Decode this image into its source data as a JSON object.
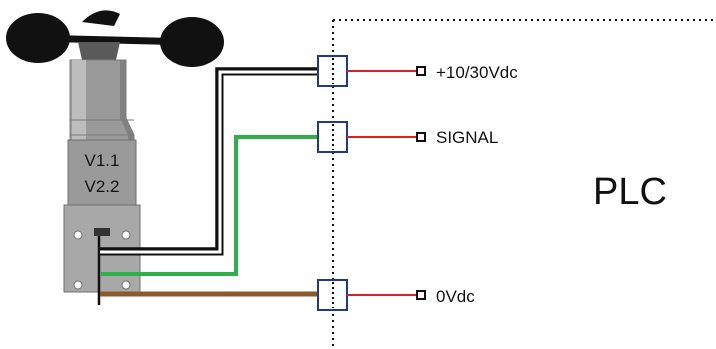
{
  "device": {
    "label_line1": "V1.1",
    "label_line2": "V2.2"
  },
  "plc": {
    "label": "PLC"
  },
  "terminals": [
    {
      "label": "+10/30Vdc"
    },
    {
      "label": "SIGNAL"
    },
    {
      "label": "0Vdc"
    }
  ],
  "colors": {
    "terminal_box": "#1f3a8a",
    "plc_wire": "#e02020",
    "signal_wire": "#2fae4a",
    "ground_wire": "#8b5a2b",
    "power_wire": "#000000",
    "sensor_body": "#9a9a9a",
    "sensor_dark": "#111111"
  }
}
